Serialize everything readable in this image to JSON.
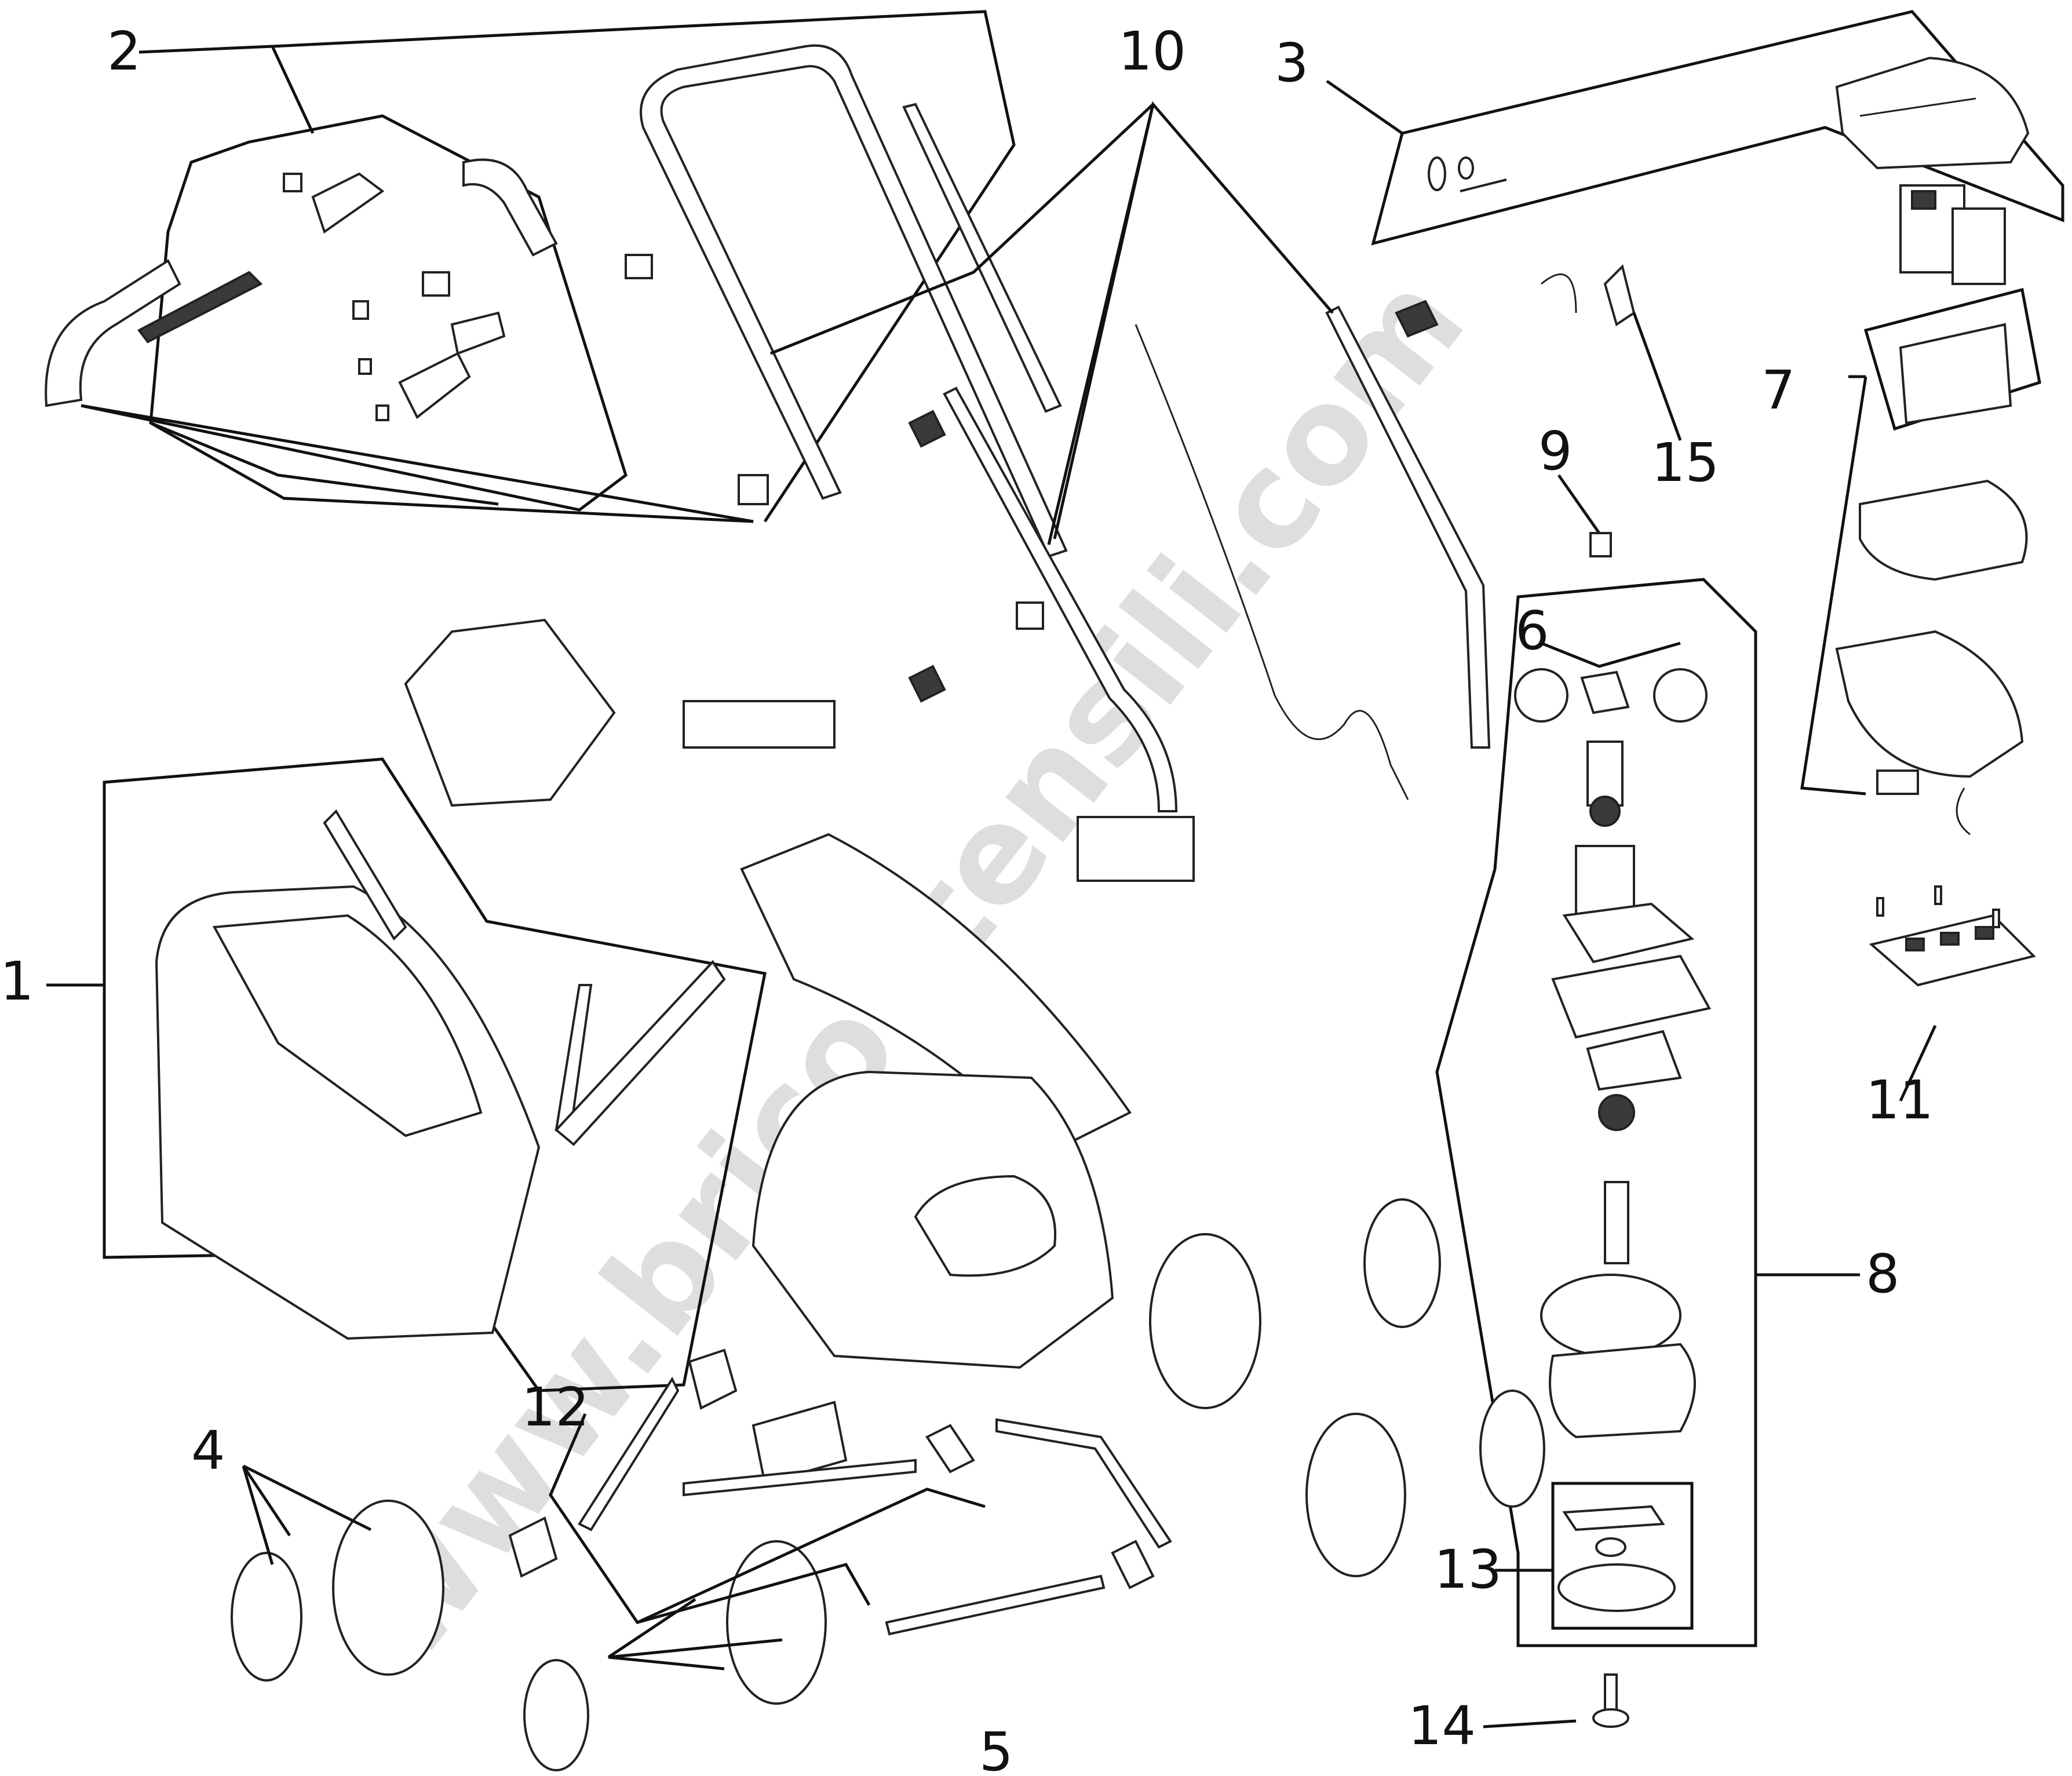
{
  "watermark": "www.bricoutensili.com",
  "callouts": [
    {
      "id": "1",
      "text": "1"
    },
    {
      "id": "2",
      "text": "2"
    },
    {
      "id": "3",
      "text": "3"
    },
    {
      "id": "4",
      "text": "4"
    },
    {
      "id": "5",
      "text": "5"
    },
    {
      "id": "6",
      "text": "6"
    },
    {
      "id": "7",
      "text": "7"
    },
    {
      "id": "8",
      "text": "8"
    },
    {
      "id": "9",
      "text": "9"
    },
    {
      "id": "10",
      "text": "10"
    },
    {
      "id": "11",
      "text": "11"
    },
    {
      "id": "12",
      "text": "12"
    },
    {
      "id": "13",
      "text": "13"
    },
    {
      "id": "14",
      "text": "14"
    },
    {
      "id": "15",
      "text": "15"
    }
  ]
}
